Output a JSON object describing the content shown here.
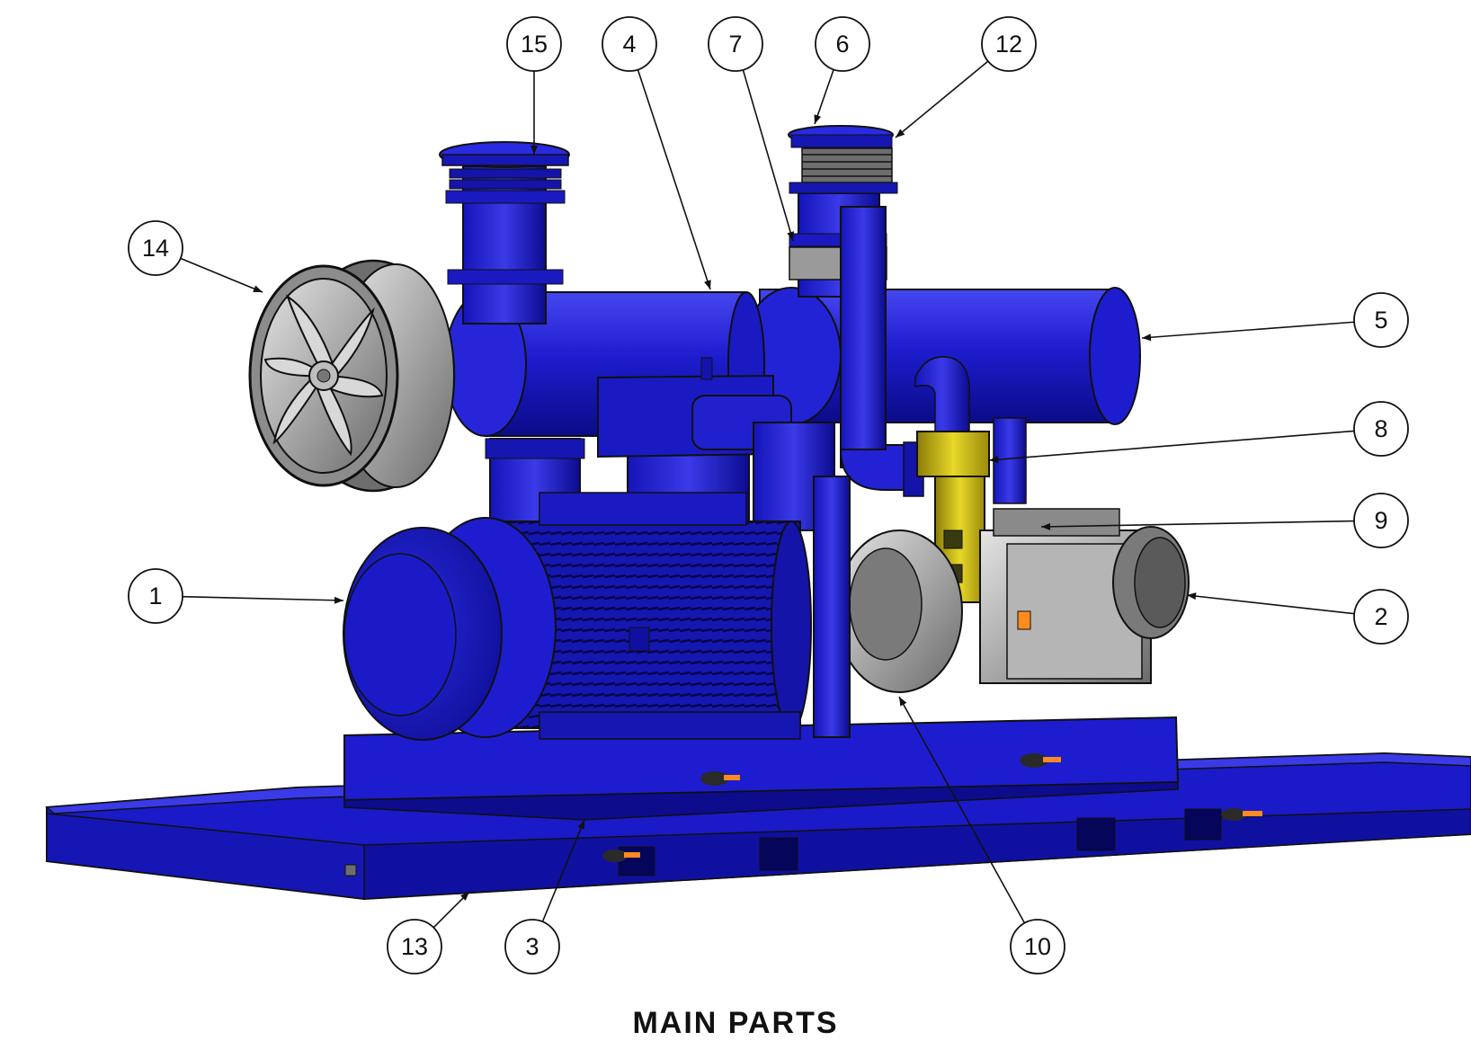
{
  "diagram": {
    "footer_title": "MAIN PARTS",
    "colors": {
      "body_blue": "#1d1dcf",
      "dark_blue": "#0d0d8c",
      "light_blue": "#3a3ae8",
      "accent_yellow": "#e4d21e",
      "metal_gray": "#a8a8a8",
      "outline": "#101010"
    },
    "components": [
      "motor",
      "blower",
      "inlet-silencer",
      "outlet-silencer",
      "intake-filter",
      "discharge-pipe",
      "valve",
      "coupling-guard",
      "base-frame",
      "skid"
    ],
    "callouts": [
      {
        "id": "1",
        "label": "1"
      },
      {
        "id": "2",
        "label": "2"
      },
      {
        "id": "3",
        "label": "3"
      },
      {
        "id": "4",
        "label": "4"
      },
      {
        "id": "5",
        "label": "5"
      },
      {
        "id": "6",
        "label": "6"
      },
      {
        "id": "7",
        "label": "7"
      },
      {
        "id": "8",
        "label": "8"
      },
      {
        "id": "9",
        "label": "9"
      },
      {
        "id": "10",
        "label": "10"
      },
      {
        "id": "12",
        "label": "12"
      },
      {
        "id": "13",
        "label": "13"
      },
      {
        "id": "14",
        "label": "14"
      },
      {
        "id": "15",
        "label": "15"
      }
    ]
  }
}
